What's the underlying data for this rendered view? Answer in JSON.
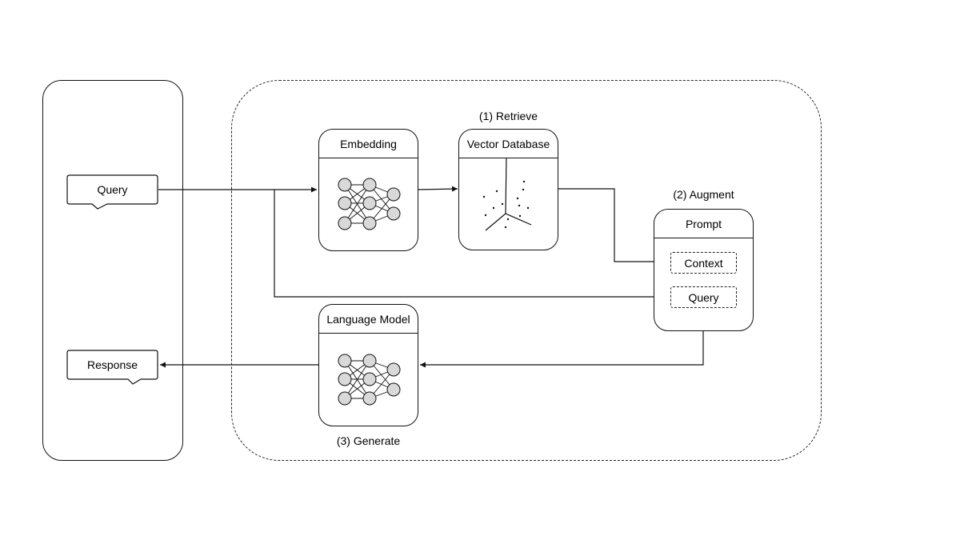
{
  "user": {
    "query_label": "Query",
    "response_label": "Response"
  },
  "pipeline": {
    "embedding": {
      "title": "Embedding",
      "icon": "neural-network-icon"
    },
    "vector_db": {
      "title": "Vector Database",
      "step_label": "(1) Retrieve",
      "icon": "vector-space-icon"
    },
    "prompt": {
      "title": "Prompt",
      "step_label": "(2) Augment",
      "context_label": "Context",
      "query_label": "Query"
    },
    "language_model": {
      "title": "Language Model",
      "step_label": "(3) Generate",
      "icon": "neural-network-icon"
    }
  },
  "colors": {
    "node_fill": "#d9d9d9",
    "stroke": "#111111"
  }
}
